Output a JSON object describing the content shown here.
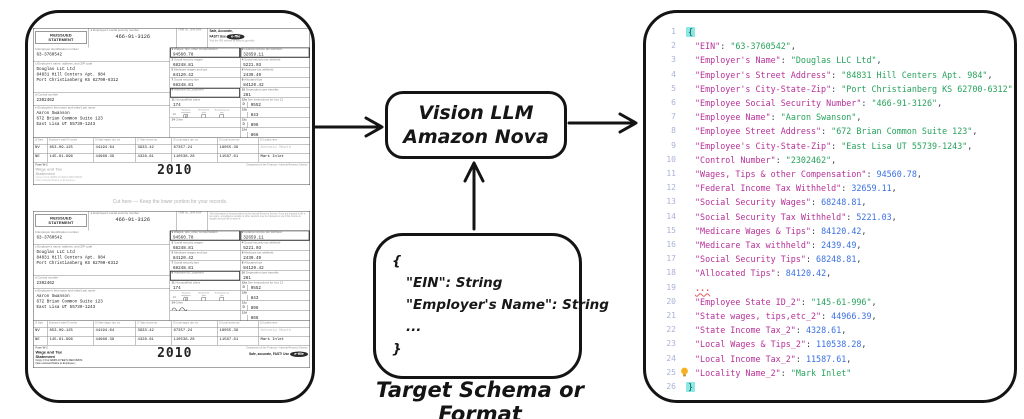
{
  "colors": {
    "key": "#b73097",
    "string": "#27a25c",
    "number": "#3a70e2",
    "line_number": "#a9b2d6",
    "brace_highlight": "#8ce8e2",
    "error": "#e05a52",
    "bulb": "#f6b122",
    "ink": "#141414"
  },
  "diagram": {
    "llm_box": [
      "Vision LLM",
      "Amazon Nova"
    ],
    "schema_lines": [
      "{",
      "\"EIN\": String",
      "\"Employer's Name\": String",
      "...",
      "}"
    ],
    "schema_caption": "Target Schema or Format"
  },
  "editor": {
    "lines": [
      {
        "sym": "{",
        "hl": true
      },
      {
        "k": "EIN",
        "v": "63-3760542",
        "t": "s"
      },
      {
        "k": "Employer's Name",
        "v": "Douglas LLC Ltd",
        "t": "s"
      },
      {
        "k": "Employer's Street Address",
        "v": "84831 Hill Centers Apt. 984",
        "t": "s"
      },
      {
        "k": "Employer's City-State-Zip",
        "v": "Port Christianberg KS 62700-6312",
        "t": "s"
      },
      {
        "k": "Employee Social Security Number",
        "v": "466-91-3126",
        "t": "s"
      },
      {
        "k": "Employee Name",
        "v": "Aaron Swanson",
        "t": "s"
      },
      {
        "k": "Employee Street Address",
        "v": "672 Brian Common Suite 123",
        "t": "s"
      },
      {
        "k": "Employee's City-State-Zip",
        "v": "East Lisa UT 55739-1243",
        "t": "s"
      },
      {
        "k": "Control Number",
        "v": "2302462",
        "t": "s"
      },
      {
        "k": "Wages, Tips & other Compensation",
        "v": "94560.78",
        "t": "n"
      },
      {
        "k": "Federal Income Tax Withheld",
        "v": "32659.11",
        "t": "n"
      },
      {
        "k": "Social Security Wages",
        "v": "68248.81",
        "t": "n"
      },
      {
        "k": "Social Security Tax Withheld",
        "v": "5221.03",
        "t": "n"
      },
      {
        "k": "Medicare Wages & Tips",
        "v": "84120.42",
        "t": "n"
      },
      {
        "k": "Medicare Tax withheld",
        "v": "2439.49",
        "t": "n"
      },
      {
        "k": "Social Security Tips",
        "v": "68248.81",
        "t": "n"
      },
      {
        "k": "Allocated Tips",
        "v": "84120.42",
        "t": "n"
      },
      {
        "dots": "..."
      },
      {
        "k": "Employee State ID_2",
        "v": "145-61-996",
        "t": "s"
      },
      {
        "k": "State wages, tips,etc_2",
        "v": "44966.39",
        "t": "n"
      },
      {
        "k": "State Income Tax_2",
        "v": "4328.61",
        "t": "n"
      },
      {
        "k": "Local Wages & Tips_2",
        "v": "110538.28",
        "t": "n"
      },
      {
        "k": "Local Income Tax_2",
        "v": "11587.61",
        "t": "n"
      },
      {
        "k": "Locality Name_2",
        "v": "Mark Inlet",
        "t": "s",
        "last": true,
        "bulb": true
      },
      {
        "sym": "}",
        "hl": true
      }
    ]
  },
  "w2": {
    "reissued": [
      "REISSUED",
      "STATEMENT"
    ],
    "ssn_label": "a  Employee's social security number",
    "ssn": "466-91-3126",
    "omb": "OMB No. 1545-0008",
    "safe1": "Safe, Accurate,",
    "safe2": "FAST! Use",
    "efile": "e-file",
    "visit": "Visit the IRS website at www.irs.gov/efile.",
    "notice": "This information is being furnished to the Internal Revenue Service. If you are required to file a tax return, a negligence penalty or other sanction may be imposed on you if this income is taxable and you fail to report it.",
    "left_boxes": [
      {
        "label": "b  Employer identification number",
        "lines": [
          "63-3760542"
        ]
      },
      {
        "label": "c  Employer's name, address, and ZIP code",
        "lines": [
          "Douglas LLC Ltd",
          "84831 Hill Centers Apt. 984",
          "Port Christianberg KS  62700-6312"
        ]
      },
      {
        "label": "d  Control number",
        "lines": [
          "2302462"
        ]
      },
      {
        "label": "e  Employee's first name and initial      Last name",
        "lines": [
          "Aaron  Swanson",
          "672 Brian Common Suite 123",
          "East Lisa UT    55739-1243"
        ]
      }
    ],
    "rows": [
      [
        {
          "n": "1",
          "l": "Wages, tips, other compensation",
          "v": "94560.78",
          "bold": true
        },
        {
          "n": "2",
          "l": "Federal income tax withheld",
          "v": "32659.11",
          "bold": true
        }
      ],
      [
        {
          "n": "3",
          "l": "Social security wages",
          "v": "68248.81"
        },
        {
          "n": "4",
          "l": "Social security tax withheld",
          "v": "5221.03"
        }
      ],
      [
        {
          "n": "5",
          "l": "Medicare wages and tips",
          "v": "84120.42"
        },
        {
          "n": "6",
          "l": "Medicare tax withheld",
          "v": "2439.49"
        }
      ],
      [
        {
          "n": "7",
          "l": "Social security tips",
          "v": "68248.81"
        },
        {
          "n": "8",
          "l": "Allocated tips",
          "v": "84120.42"
        }
      ],
      [
        {
          "n": "9",
          "l": "Advance EIC payment",
          "v": "",
          "bold": true
        },
        {
          "n": "10",
          "l": "Dependent care benefits",
          "v": "281"
        }
      ],
      [
        {
          "n": "11",
          "l": "Nonqualified plans",
          "v": "174"
        },
        {
          "n": "12a",
          "l": "See instructions for box 12",
          "code": "D",
          "v": "9552"
        }
      ],
      [
        {
          "n": "13",
          "cb": true
        },
        {
          "n": "12b",
          "l": "",
          "code": "",
          "v": "843"
        }
      ],
      [
        {
          "n": "14",
          "l": "Other",
          "v": "",
          "squig": true
        },
        {
          "n": "12c",
          "l": "",
          "code": "D",
          "v": "896"
        }
      ],
      [
        {
          "n": "",
          "l": "",
          "v": ""
        },
        {
          "n": "12d",
          "l": "",
          "code": "",
          "v": "866"
        }
      ]
    ],
    "checkboxes": [
      {
        "label": "Statutory employee",
        "checked": true
      },
      {
        "label": "Retirement plan",
        "checked": false
      },
      {
        "label": "Third-party sick pay",
        "checked": false
      }
    ],
    "state_header": [
      "15 State",
      "Employer's state ID number",
      "16 State wages, tips, etc.",
      "17 State income tax",
      "18 Local wages, tips, etc.",
      "19 Local income tax",
      "20 Locality name"
    ],
    "state_rows": [
      {
        "cells": [
          "NV",
          "853-09-125",
          "44194.64",
          "3933.42",
          "67357.24",
          "18055.39",
          "Antonio Mouth"
        ],
        "faint_last": true
      },
      {
        "cells": [
          "NE",
          "145-61-996",
          "44966.39",
          "4328.61",
          "110538.28",
          "11587.61",
          "Mark Inlet"
        ]
      }
    ],
    "footer": {
      "form": "Form W-2",
      "title1": "Wage and Tax",
      "title2": "Statement",
      "year": "2010",
      "dept": "Department of the Treasury—Internal Revenue Service",
      "copy": "Copy C For EMPLOYEE'S RECORDS",
      "note": "(See enclosed Notice to Employee.)",
      "safe": "Safe, accurate,",
      "fast": "FAST! Use"
    },
    "cut_line": "Cut here — Keep the lower portion for your records."
  }
}
